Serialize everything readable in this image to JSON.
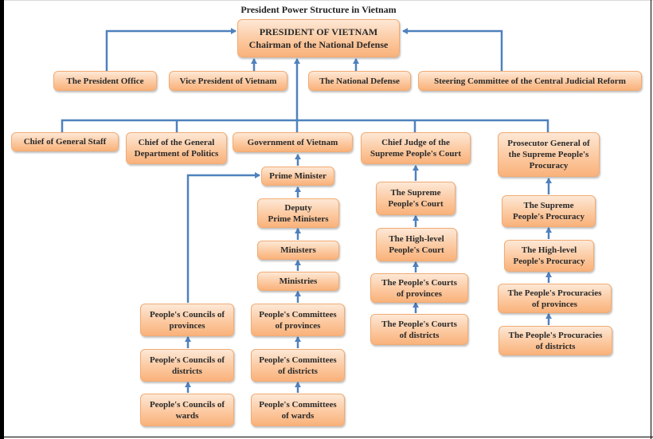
{
  "title": "President Power Structure in Vietnam",
  "colors": {
    "connector": "#4f81bd",
    "box_fill": "#fcc9a0",
    "box_border": "#f2ab72"
  },
  "nodes": {
    "president": "PRESIDENT OF VIETNAM\nChairman of the National Defense",
    "president_office": "The President Office",
    "vice_president": "Vice President of Vietnam",
    "national_defense": "The National Defense",
    "steering_committee": "Steering Committee of the Central Judicial Reform",
    "chief_general_staff": "Chief of General Staff",
    "chief_politics": "Chief of the General\nDepartment of Politics",
    "government": "Government of Vietnam",
    "chief_judge": "Chief Judge of the\nSupreme People's Court",
    "prosecutor_general": "Prosecutor General of\nthe Supreme People's\nProcuracy",
    "prime_minister": "Prime Minister",
    "deputy_pm": "Deputy\nPrime Ministers",
    "ministers": "Ministers",
    "ministries": "Ministries",
    "committees_provinces": "People's Committees\nof provinces",
    "committees_districts": "People's Committees\nof districts",
    "committees_wards": "People's Committees\nof wards",
    "councils_provinces": "People's Councils of\nprovinces",
    "councils_districts": "People's Councils of\ndistricts",
    "councils_wards": "People's Councils of\nwards",
    "supreme_court": "The Supreme\nPeople's Court",
    "high_court": "The High-level\nPeople's Court",
    "courts_provinces": "The People's Courts\nof provinces",
    "courts_districts": "The People's Courts\nof districts",
    "supreme_procuracy": "The Supreme\nPeople's Procuracy",
    "high_procuracy": "The High-level\nPeople's Procuracy",
    "procuracies_provinces": "The People's Procuracies\nof provinces",
    "procuracies_districts": "The People's Procuracies\nof districts"
  }
}
